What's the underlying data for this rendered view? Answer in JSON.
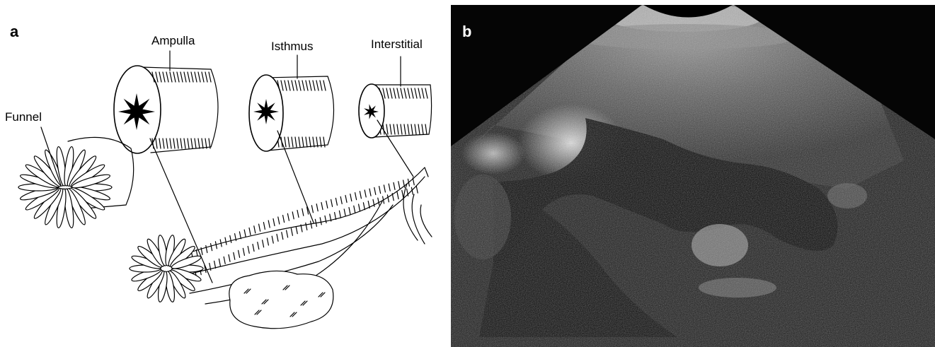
{
  "panel_a": {
    "label": "a",
    "labels": {
      "ampulla": "Ampulla",
      "isthmus": "Isthmus",
      "interstitial": "Interstitial",
      "funnel": "Funnel"
    }
  },
  "panel_b": {
    "label": "b"
  }
}
